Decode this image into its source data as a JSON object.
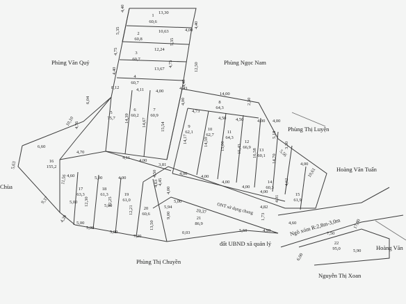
{
  "lots": [
    {
      "no": "1",
      "area": "60,6"
    },
    {
      "no": "2",
      "area": "60,8"
    },
    {
      "no": "3",
      "area": "60,7"
    },
    {
      "no": "4",
      "area": "60,7"
    },
    {
      "no": "5",
      "area": "75,7"
    },
    {
      "no": "6",
      "area": "60,2"
    },
    {
      "no": "7",
      "area": "60,9"
    },
    {
      "no": "8",
      "area": "64,3"
    },
    {
      "no": "9",
      "area": "62,1"
    },
    {
      "no": "10",
      "area": "62,7"
    },
    {
      "no": "11",
      "area": "64,3"
    },
    {
      "no": "12",
      "area": "66,9"
    },
    {
      "no": "13",
      "area": "60,1"
    },
    {
      "no": "14",
      "area": "60,3"
    },
    {
      "no": "15",
      "area": "61,9"
    },
    {
      "no": "16",
      "area": "155,2"
    },
    {
      "no": "17",
      "area": "63,3"
    },
    {
      "no": "18",
      "area": "61,3"
    },
    {
      "no": "19",
      "area": "61,0"
    },
    {
      "no": "20",
      "area": "60,6"
    },
    {
      "no": "21",
      "area": "86,9"
    },
    {
      "no": "22",
      "area": "95,0"
    }
  ],
  "owners": {
    "phung_van_quy": "Phùng Văn Quý",
    "phung_ngoc_nam": "Phùng Ngọc Nam",
    "phung_thi_luyen": "Phùng Thị Luyện",
    "hoang_van_tuan": "Hoàng Văn Tuấn",
    "chua": "Chùa",
    "phung_thi_chuyen": "Phùng Thị Chuyền",
    "nguyen_thi_xoan": "Nguyễn Thị Xoan",
    "hoang_van_cut": "Hoàng Văn"
  },
  "road_label": "ONT sử dụng chung",
  "lane_label": "Ngõ xóm R:2,8m-3,0m",
  "ubnd_label": "đất UBND xã quản lý",
  "dims": [
    "4,40",
    "13,30",
    "5,35",
    "10,63",
    "4,00",
    "4,40",
    "4,75",
    "12,24",
    "5,35",
    "13,67",
    "4,75",
    "4,40",
    "12,50",
    "8,12",
    "4,11",
    "4,00",
    "4,48",
    "4,43",
    "14,00",
    "6,04",
    "4,00",
    "14,39",
    "14,67",
    "15,54",
    "2,30",
    "4,73",
    "4,50",
    "4,50",
    "4,00",
    "10,10",
    "4,76",
    "14,17",
    "14,59",
    "15,00",
    "15,43",
    "16,58",
    "5,18",
    "4,00",
    "3,30",
    "6,60",
    "4,70",
    "4,11",
    "4,00",
    "3,81",
    "4,00",
    "4,00",
    "4,00",
    "4,00",
    "4,00",
    "14,70",
    "5,56",
    "4,00",
    "10,61",
    "4,62",
    "5,63",
    "4,60",
    "5,00",
    "4,00",
    "4,50",
    "4,63",
    "4,00",
    "4,82",
    "4,01",
    "5,00",
    "11,56",
    "12,30",
    "12,25",
    "12,21",
    "4,45",
    "20,37",
    "5,00",
    "4,60",
    "9,37",
    "5,00",
    "5,94",
    "9,00",
    "5,50",
    "4,99",
    "1,73",
    "4,20",
    "5,00",
    "5,00",
    "5,00",
    "7,20",
    "13,50",
    "0,03",
    "17,80",
    "7,50",
    "5,90",
    "6,00"
  ]
}
